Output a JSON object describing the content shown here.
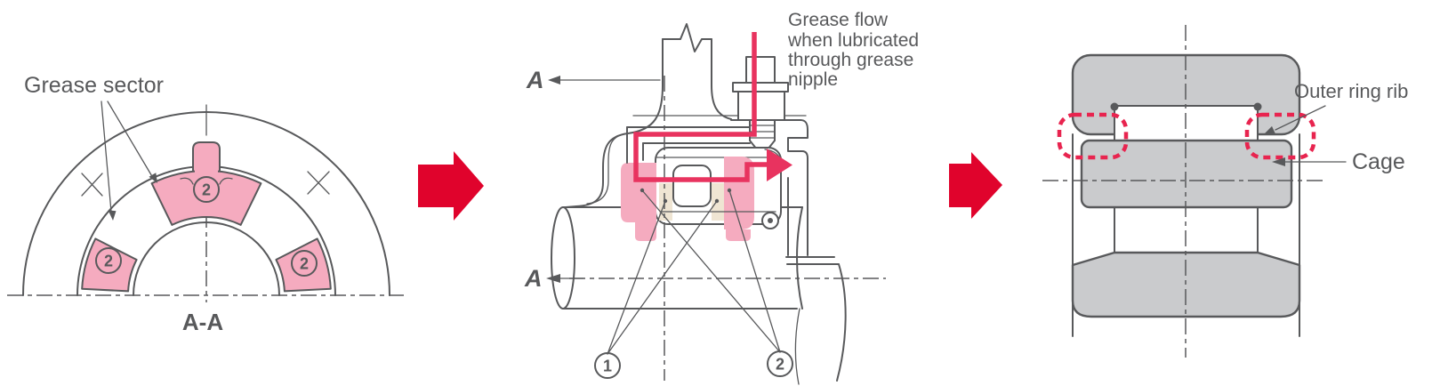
{
  "left_panel": {
    "label": "Grease sector",
    "section_name": "A-A",
    "sector_callouts": [
      "2",
      "2",
      "2"
    ]
  },
  "middle_panel": {
    "section_label_top": "A",
    "section_label_bottom": "A",
    "note": [
      "Grease flow",
      "when lubricated",
      "through grease",
      "nipple"
    ],
    "callouts": [
      "1",
      "2"
    ]
  },
  "right_panel": {
    "labels": {
      "outer_ring_rib": "Outer ring rib",
      "cage": "Cage"
    }
  },
  "icons": {
    "step_arrow_1": "right-block-arrow",
    "step_arrow_2": "right-block-arrow"
  },
  "colors": {
    "outline": "#58595B",
    "text": "#58595B",
    "pink": "#F5ABBF",
    "cream": "#EFE5D3",
    "gray_fill": "#CACBCD",
    "flow_red": "#E8335F",
    "arrow_red": "#E0032C",
    "dashed_red": "#E8244F"
  }
}
